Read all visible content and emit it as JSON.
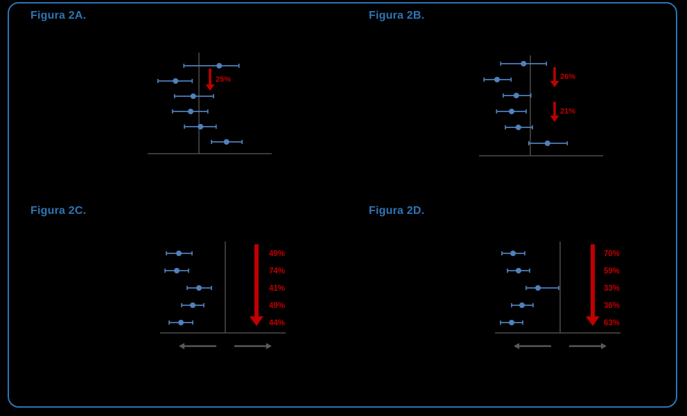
{
  "page": {
    "background": "#000000",
    "frame_color": "#2E75B6"
  },
  "colors": {
    "point": "#4F81BD",
    "axis": "#4D4D4D",
    "direction_arrow": "#595959",
    "red": "#C00000",
    "title": "#2E75B6"
  },
  "panels": [
    {
      "id": "2A",
      "title": "Figura 2A."
    },
    {
      "id": "2B",
      "title": "Figura 2B."
    },
    {
      "id": "2C",
      "title": "Figura 2C."
    },
    {
      "id": "2D",
      "title": "Figura 2D."
    }
  ],
  "chart_data": [
    {
      "type": "scatter",
      "subtype": "forest-plot",
      "panel_id": "2A",
      "title": "Figura 2A.",
      "reference_line": 1.0,
      "units": "relative scale estimated from plot; reference line = 1 (no tick labels visible)",
      "points": [
        {
          "est": 1.39,
          "lo": 0.71,
          "hi": 1.77
        },
        {
          "est": 0.55,
          "lo": 0.21,
          "hi": 0.87
        },
        {
          "est": 0.89,
          "lo": 0.53,
          "hi": 1.28
        },
        {
          "est": 0.84,
          "lo": 0.49,
          "hi": 1.17
        },
        {
          "est": 1.03,
          "lo": 0.72,
          "hi": 1.33
        },
        {
          "est": 1.53,
          "lo": 1.24,
          "hi": 1.83
        }
      ],
      "annotations": [
        {
          "type": "arrow-down",
          "label": "25%"
        }
      ]
    },
    {
      "type": "scatter",
      "subtype": "forest-plot",
      "panel_id": "2B",
      "title": "Figura 2B.",
      "reference_line": 1.0,
      "units": "relative scale estimated from plot; reference line = 1 (no tick labels visible)",
      "points": [
        {
          "est": 0.87,
          "lo": 0.43,
          "hi": 1.31
        },
        {
          "est": 0.36,
          "lo": 0.11,
          "hi": 0.63
        },
        {
          "est": 0.73,
          "lo": 0.48,
          "hi": 1.01
        },
        {
          "est": 0.64,
          "lo": 0.35,
          "hi": 0.92
        },
        {
          "est": 0.77,
          "lo": 0.52,
          "hi": 1.04
        },
        {
          "est": 1.33,
          "lo": 0.97,
          "hi": 1.71
        }
      ],
      "annotations": [
        {
          "type": "arrow-down",
          "label": "26%"
        },
        {
          "type": "arrow-down",
          "label": "21%"
        }
      ]
    },
    {
      "type": "scatter",
      "subtype": "forest-plot",
      "panel_id": "2C",
      "title": "Figura 2C.",
      "reference_line": 1.0,
      "units": "relative scale estimated from plot; reference line = 1 (no tick labels visible)",
      "points": [
        {
          "est": 0.33,
          "lo": 0.15,
          "hi": 0.52
        },
        {
          "est": 0.3,
          "lo": 0.13,
          "hi": 0.47
        },
        {
          "est": 0.62,
          "lo": 0.45,
          "hi": 0.8
        },
        {
          "est": 0.53,
          "lo": 0.37,
          "hi": 0.69
        },
        {
          "est": 0.36,
          "lo": 0.19,
          "hi": 0.53
        }
      ],
      "annotations": [
        {
          "type": "arrow-down-large",
          "label": ""
        }
      ],
      "row_labels": [
        "49%",
        "74%",
        "41%",
        "49%",
        "44%"
      ]
    },
    {
      "type": "scatter",
      "subtype": "forest-plot",
      "panel_id": "2D",
      "title": "Figura 2D.",
      "reference_line": 1.0,
      "units": "relative scale estimated from plot; reference line = 1 (no tick labels visible)",
      "points": [
        {
          "est": 0.32,
          "lo": 0.16,
          "hi": 0.49
        },
        {
          "est": 0.4,
          "lo": 0.24,
          "hi": 0.56
        },
        {
          "est": 0.68,
          "lo": 0.51,
          "hi": 0.98
        },
        {
          "est": 0.45,
          "lo": 0.3,
          "hi": 0.61
        },
        {
          "est": 0.3,
          "lo": 0.14,
          "hi": 0.46
        }
      ],
      "annotations": [
        {
          "type": "arrow-down-large",
          "label": ""
        }
      ],
      "row_labels": [
        "70%",
        "59%",
        "33%",
        "36%",
        "63%"
      ]
    }
  ]
}
